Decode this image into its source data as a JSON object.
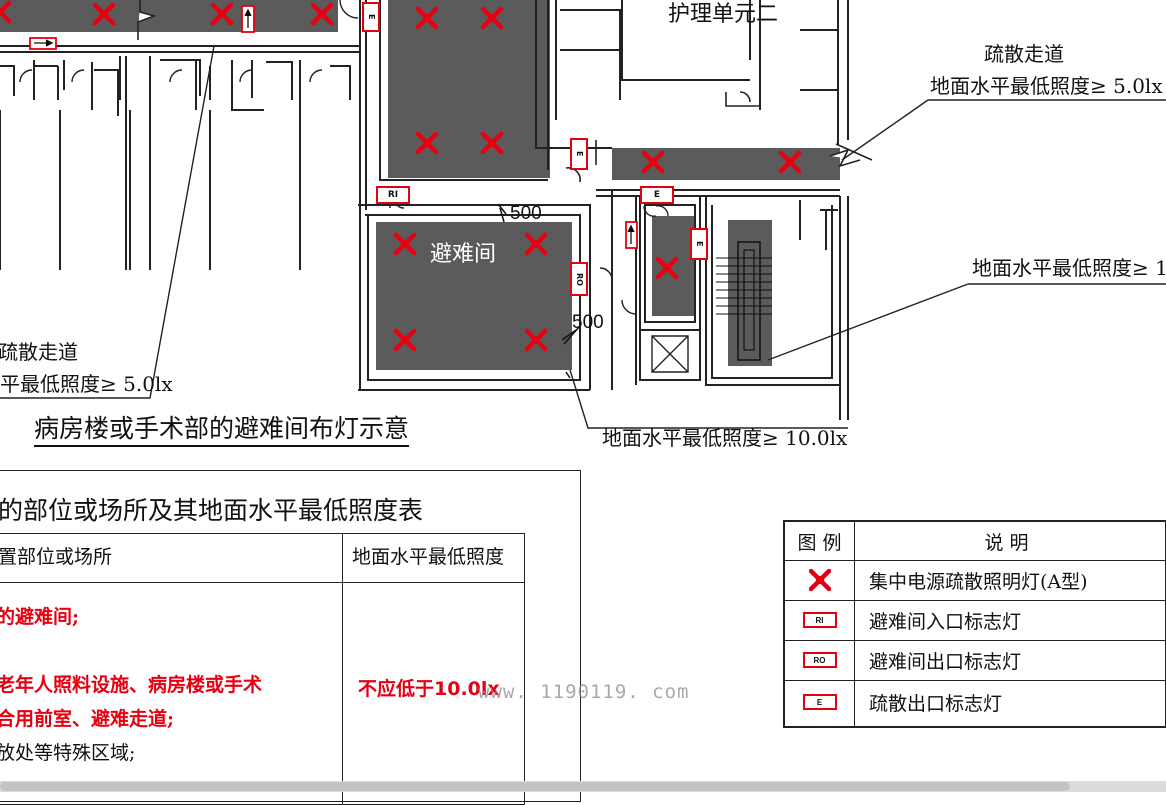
{
  "colors": {
    "room_fill": "#5a5a5a",
    "lamp_red": "#e60012",
    "line": "#222222"
  },
  "plan": {
    "unit_label": "护理单元二",
    "corridor_label_1": "疏散走道",
    "corridor_lux_1": "地面水平最低照度≥ 5.0lx",
    "stair_lux": "地面水平最低照度≥ 1",
    "refuge_room_label": "避难间",
    "dim_top": "500",
    "dim_right": "500",
    "corridor_label_2": "疏散走道",
    "corridor_lux_2": "平最低照度≥ 5.0lx",
    "refuge_lux": "地面水平最低照度≥ 10.0lx",
    "caption": "病房楼或手术部的避难间布灯示意",
    "sign_codes": {
      "ri": "RI",
      "ro": "RO",
      "e": "E"
    },
    "lamp_icon": "red-x-lamp-icon"
  },
  "illum_table": {
    "title": "的部位或场所及其地面水平最低照度表",
    "col1_header": "置部位或场所",
    "col2_header": "地面水平最低照度",
    "row1_line1": "的避难间;",
    "row1_line2": "老年人照料设施、病房楼或手术",
    "row1_line3": "合用前室、避难走道;",
    "row1_line4": "放处等特殊区域;",
    "row1_value": "不应低于10.0lx"
  },
  "legend": {
    "header_symbol": "图  例",
    "header_desc": "说  明",
    "rows": [
      {
        "icon": "red-x-lamp-icon",
        "desc": "集中电源疏散照明灯(A型)"
      },
      {
        "icon": "RI",
        "desc": "避难间入口标志灯"
      },
      {
        "icon": "RO",
        "desc": "避难间出口标志灯"
      },
      {
        "icon": "E",
        "desc": "疏散出口标志灯"
      }
    ]
  },
  "watermark": "www. 1190119. com"
}
